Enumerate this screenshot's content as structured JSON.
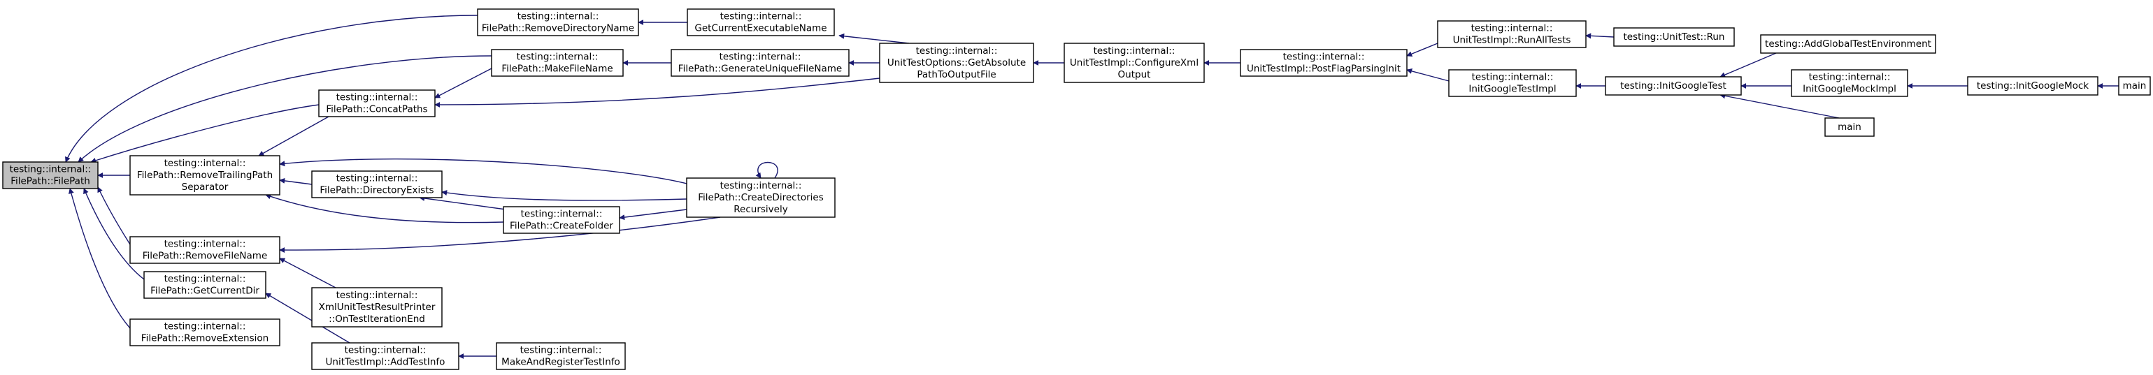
{
  "colors": {
    "edge": "#191970",
    "node_fill": "#ffffff",
    "root_fill": "#bfbfbf",
    "border": "#000000"
  },
  "nodes": {
    "filepath": [
      "testing::internal::",
      "FilePath::FilePath"
    ],
    "removetrailing": [
      "testing::internal::",
      "FilePath::RemoveTrailingPath",
      "Separator"
    ],
    "concatpaths": [
      "testing::internal::",
      "FilePath::ConcatPaths"
    ],
    "makefilename": [
      "testing::internal::",
      "FilePath::MakeFileName"
    ],
    "removedirname": [
      "testing::internal::",
      "FilePath::RemoveDirectoryName"
    ],
    "removefilename": [
      "testing::internal::",
      "FilePath::RemoveFileName"
    ],
    "getcurrentdir": [
      "testing::internal::",
      "FilePath::GetCurrentDir"
    ],
    "removeextension": [
      "testing::internal::",
      "FilePath::RemoveExtension"
    ],
    "getcurrentexe": [
      "testing::internal::",
      "GetCurrentExecutableName"
    ],
    "generateunique": [
      "testing::internal::",
      "FilePath::GenerateUniqueFileName"
    ],
    "directoryexists": [
      "testing::internal::",
      "FilePath::DirectoryExists"
    ],
    "createfolder": [
      "testing::internal::",
      "FilePath::CreateFolder"
    ],
    "createdirs": [
      "testing::internal::",
      "FilePath::CreateDirectories",
      "Recursively"
    ],
    "xmlprinter": [
      "testing::internal::",
      "XmlUnitTestResultPrinter",
      "::OnTestIterationEnd"
    ],
    "addtestinfo": [
      "testing::internal::",
      "UnitTestImpl::AddTestInfo"
    ],
    "makeregister": [
      "testing::internal::",
      "MakeAndRegisterTestInfo"
    ],
    "getabsolute": [
      "testing::internal::",
      "UnitTestOptions::GetAbsolute",
      "PathToOutputFile"
    ],
    "configurexml": [
      "testing::internal::",
      "UnitTestImpl::ConfigureXml",
      "Output"
    ],
    "postflag": [
      "testing::internal::",
      "UnitTestImpl::PostFlagParsingInit"
    ],
    "runalltests": [
      "testing::internal::",
      "UnitTestImpl::RunAllTests"
    ],
    "initgtestimpl": [
      "testing::internal::",
      "InitGoogleTestImpl"
    ],
    "unittestrun": [
      "testing::UnitTest::Run"
    ],
    "initgoogletest": [
      "testing::InitGoogleTest"
    ],
    "addglobal": [
      "testing::AddGlobalTestEnvironment"
    ],
    "initgmockimpl": [
      "testing::internal::",
      "InitGoogleMockImpl"
    ],
    "main1": [
      "main"
    ],
    "initgooglemock": [
      "testing::InitGoogleMock"
    ],
    "main2": [
      "main"
    ]
  }
}
